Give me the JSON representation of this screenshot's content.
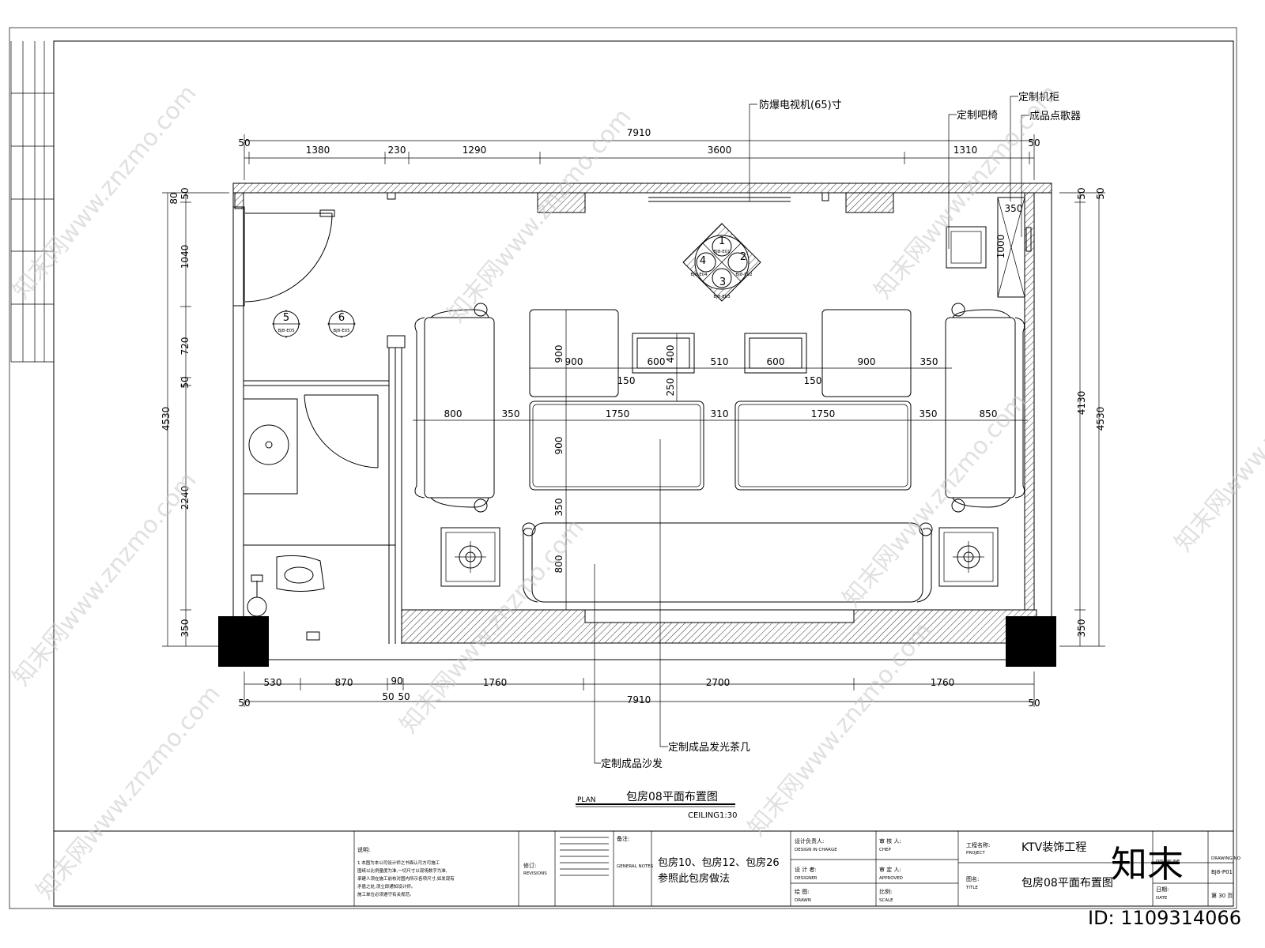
{
  "callouts": {
    "tv": "防爆电视机(65)寸",
    "bar_chair": "定制吧椅",
    "cabinet": "定制机柜",
    "jukebox": "成品点歌器",
    "tea_table": "定制成品发光茶几",
    "sofa": "定制成品沙发"
  },
  "dims_top": {
    "total": "7910",
    "edge_left": "50",
    "edge_right": "50",
    "segments": [
      "1380",
      "230",
      "1290",
      "3600",
      "1310"
    ]
  },
  "dims_bottom": {
    "total": "7910",
    "edge_left": "50",
    "edge_right": "50",
    "segments": [
      "530",
      "870",
      "90",
      "1760",
      "2700",
      "1760"
    ],
    "sub": [
      "50",
      "50"
    ]
  },
  "dims_left": {
    "top": [
      "80",
      "50"
    ],
    "segments": [
      "1040",
      "720",
      "50",
      "2240",
      "350"
    ],
    "total": "4530"
  },
  "dims_right": {
    "top": [
      "50",
      "50"
    ],
    "inner": "4130",
    "total": "4530",
    "bottom": "350"
  },
  "dims_interior": {
    "r1": [
      "900",
      "600",
      "400",
      "510",
      "600",
      "900",
      "350"
    ],
    "r1b": [
      "150",
      "250",
      "150"
    ],
    "r2": [
      "800",
      "350",
      "1750",
      "310",
      "1750",
      "350",
      "850"
    ],
    "vert": [
      "900",
      "900",
      "350",
      "800"
    ],
    "cabinet": [
      "350",
      "1000"
    ]
  },
  "symbols": {
    "big": [
      {
        "num": "1",
        "ref": "BJ8-E01"
      },
      {
        "num": "2",
        "ref": "BJ8-E02"
      },
      {
        "num": "3",
        "ref": "BJ8-E03"
      },
      {
        "num": "4",
        "ref": "BJ8-E04"
      }
    ],
    "small": [
      {
        "num": "5",
        "ref": "BJ8-E05"
      },
      {
        "num": "6",
        "ref": "BJ8-E05"
      }
    ]
  },
  "title": {
    "plan_en": "PLAN",
    "plan_cn": "包房08平面布置图",
    "scale": "CEILING1:30"
  },
  "titleblock": {
    "notes_head": "说明:",
    "notes_lines": [
      "1  本图为本公司设计师之书面认可方可施工",
      "   图纸以比例量度为准,一切尺寸以现场数字为准,",
      "   承建人须在施工前核对图内所示各项尺寸,如发现有",
      "   矛盾之处,须立即通知设计师。",
      "   施工单位必须遵守有关规范。"
    ],
    "revisions_cn": "修订:",
    "revisions_en": "REVISIONS",
    "general_cn": "备注:",
    "general_en": "GENERAL NOTES",
    "general_text_1": "包房10、包房12、包房26",
    "general_text_2": "参照此包房做法",
    "design_in_charge_cn": "设计负责人:",
    "design_in_charge_en": "DESIGN IN CHARGE",
    "designer_cn": "设 计 者:",
    "designer_en": "DESIGNER",
    "drawn_cn": "绘 图:",
    "drawn_en": "DRAWN",
    "check_cn": "审 核 人:",
    "check_en": "CHEP",
    "approved_cn": "审 定 人:",
    "approved_en": "APPROVED",
    "scale_cn": "比例:",
    "scale_en": "SCALE",
    "project_cn": "工程名称:",
    "project_en": "PROJECT",
    "project_value": "KTV装饰工程",
    "title_cn": "图名:",
    "title_en": "TITLE",
    "title_value": "包房08平面布置图",
    "discipline_en": "DISCIPLINE",
    "date_cn": "日期:",
    "date_en": "DATE",
    "drawing_no_label": "DRAWING NO",
    "drawing_no": "BJ8-P01",
    "page": "第 30 页"
  },
  "watermark": {
    "text": "知末网www.znzmo.com",
    "logo": "知末",
    "id_text": "ID: 1109314066"
  }
}
